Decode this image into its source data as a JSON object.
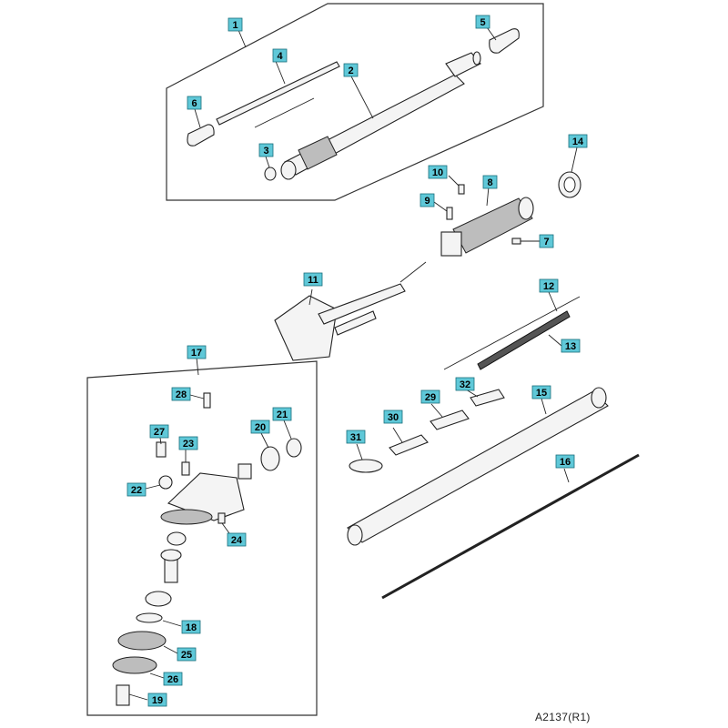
{
  "diagram_ref": "A2137(R1)",
  "callouts": {
    "c1": "1",
    "c2": "2",
    "c3": "3",
    "c4": "4",
    "c5": "5",
    "c6": "6",
    "c7": "7",
    "c8": "8",
    "c9": "9",
    "c10": "10",
    "c11": "11",
    "c12": "12",
    "c13": "13",
    "c14": "14",
    "c15": "15",
    "c16": "16",
    "c17": "17",
    "c18": "18",
    "c19": "19",
    "c20": "20",
    "c21": "21",
    "c22": "22",
    "c23": "23",
    "c24": "24",
    "c25": "25",
    "c26": "26",
    "c27": "27",
    "c28": "28",
    "c29": "29",
    "c30": "30",
    "c31": "31",
    "c32": "32"
  },
  "colors": {
    "callout_fill": "#5fc8d8",
    "line": "#222222"
  }
}
